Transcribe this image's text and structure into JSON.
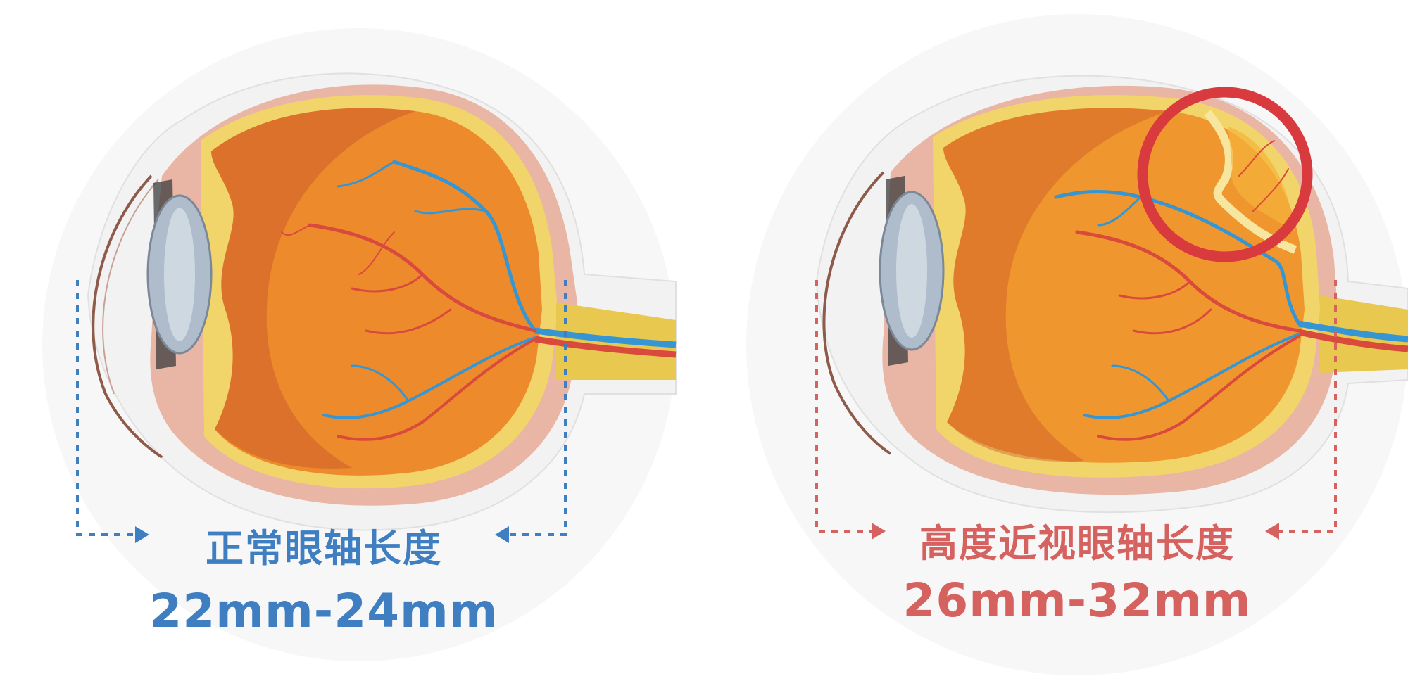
{
  "colors": {
    "normal_accent": "#3f7fc1",
    "myopia_accent": "#d6625f",
    "highlight_circle": "#d93a3e",
    "vitreous_orange": "#ec8a2c",
    "retina_yellow": "#f2d56a",
    "sclera_pink": "#e9b5a4",
    "optic_nerve": "#e8c84e",
    "vein_blue": "#3596d3",
    "artery_red": "#d94a3c",
    "lens_gray": "#aebccb"
  },
  "panels": [
    {
      "id": "normal",
      "title": "正常眼轴长度",
      "range": "22mm-24mm",
      "accent": "#3f7fc1",
      "highlight": false
    },
    {
      "id": "high-myopia",
      "title": "高度近视眼轴长度",
      "range": "26mm-32mm",
      "accent": "#d6625f",
      "highlight": true,
      "highlight_note": "retina bulge / thinning region circled in red"
    }
  ]
}
